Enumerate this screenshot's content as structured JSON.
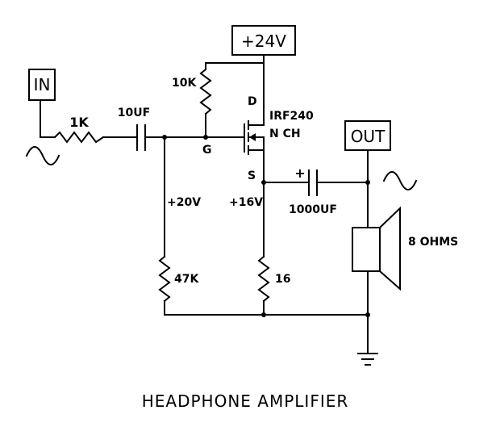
{
  "title": "HEADPHONE AMPLIFIER",
  "supply": "+24V",
  "input_label": "IN",
  "output_label": "OUT",
  "components": {
    "r_in": "1K",
    "c_in": "10UF",
    "r_gate_top": "10K",
    "r_gate_bottom": "47K",
    "mosfet_part": "IRF240",
    "mosfet_type": "N CH",
    "r_source": "16",
    "c_out": "1000UF",
    "c_out_polarity": "+",
    "speaker": "8 OHMS"
  },
  "pins": {
    "drain": "D",
    "gate": "G",
    "source": "S"
  },
  "voltages": {
    "gate": "+20V",
    "source": "+16V"
  }
}
